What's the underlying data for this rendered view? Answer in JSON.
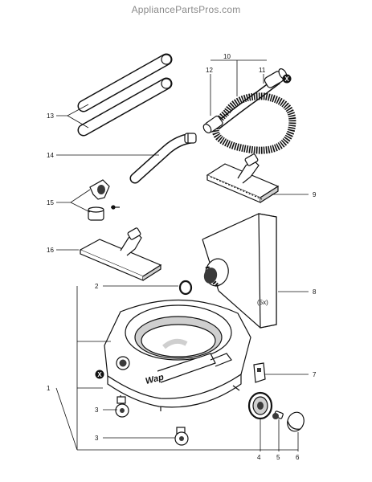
{
  "watermark": "AppliancePartsPros.com",
  "callouts": {
    "c1": "1",
    "c2": "2",
    "c3a": "3",
    "c3b": "3",
    "c4": "4",
    "c5": "5",
    "c6": "6",
    "c7": "7",
    "c8": "8",
    "c9": "9",
    "c10": "10",
    "c11": "11",
    "c12": "12",
    "c13": "13",
    "c14": "14",
    "c15": "15",
    "c16": "16"
  },
  "annotations": {
    "quantity": "(5x)",
    "brand": "Wap",
    "exclusion_mark": "X"
  },
  "colors": {
    "line": "#111111",
    "fill": "#ffffff",
    "shade": "#cfcfcf",
    "dark": "#3a3a3a"
  }
}
